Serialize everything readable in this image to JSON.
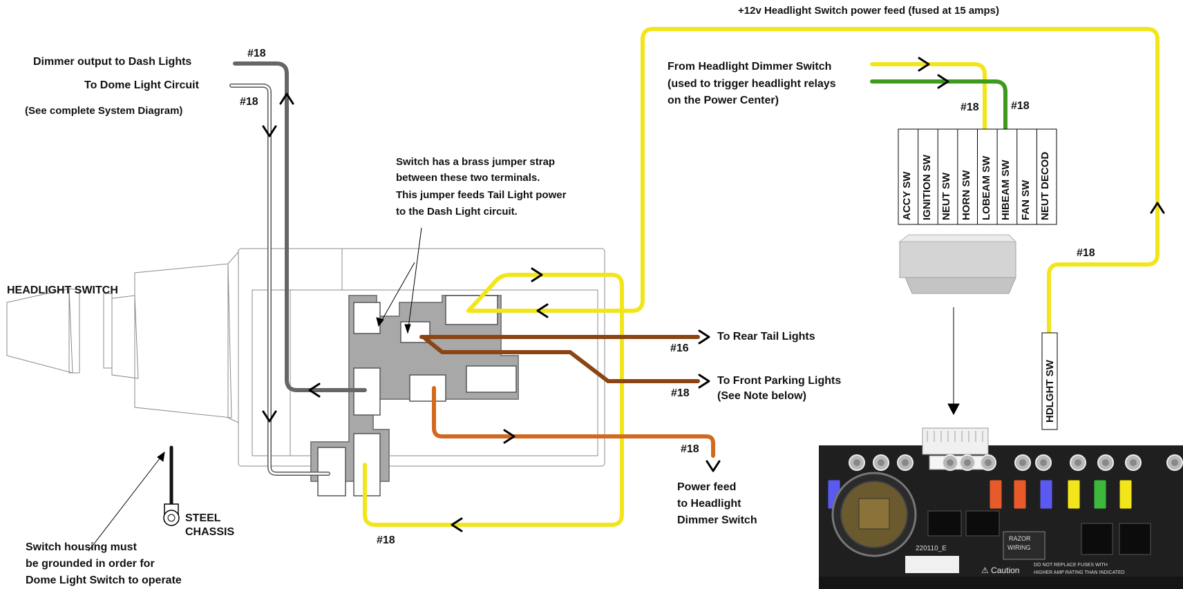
{
  "labels": {
    "feed_top": "+12v Headlight Switch power feed (fused at 15 amps)",
    "dimmer_output": "Dimmer output to Dash Lights",
    "dome_circuit": "To Dome Light Circuit",
    "see_system": "(See complete System Diagram)",
    "headlight_switch": "HEADLIGHT SWITCH",
    "jumper_note_1": "Switch has a brass jumper strap",
    "jumper_note_2": "between these two terminals.",
    "jumper_note_3": "This jumper feeds Tail Light power",
    "jumper_note_4": "to the Dash Light circuit.",
    "from_dimmer_1": "From Headlight Dimmer Switch",
    "from_dimmer_2": "(used to trigger headlight relays",
    "from_dimmer_3": "on the Power Center)",
    "rear_tail": "To Rear Tail Lights",
    "front_parking": "To Front Parking Lights",
    "see_note": "(See Note below)",
    "power_feed_1": "Power feed",
    "power_feed_2": "to Headlight",
    "power_feed_3": "Dimmer Switch",
    "steel_1": "STEEL",
    "steel_2": "CHASSIS",
    "ground_1": "Switch housing must",
    "ground_2": "be grounded in order for",
    "ground_3": "Dome Light Switch to operate",
    "hdlght_sw": "HDLGHT SW"
  },
  "gauges": {
    "g_dimmer": "#18",
    "g_dome": "#18",
    "g_from_yellow": "#18",
    "g_from_green": "#18",
    "g_feed_right": "#18",
    "g_rear": "#16",
    "g_front": "#18",
    "g_power": "#18",
    "g_bottom": "#18"
  },
  "connector_pins": [
    "ACCY SW",
    "IGNITION SW",
    "NEUT SW",
    "HORN SW",
    "LOBEAM SW",
    "HIBEAM SW",
    "FAN SW",
    "NEUT DECOD"
  ],
  "pcb": {
    "board_id": "220110_E",
    "caution": "⚠ Caution",
    "caution_fine_1": "DO NOT REPLACE FUSES WITH",
    "caution_fine_2": "HIGHER AMP RATING THAN INDICATED",
    "logo_1": "RAZOR",
    "logo_2": "WIRING"
  },
  "colors": {
    "yellow_wire": "#f2e51a",
    "green_wire": "#3c9a1e",
    "brown_wire": "#8b4513",
    "orange_wire": "#d2691e",
    "gray_wire": "#666666",
    "switch_body": "#a8a8a8",
    "pcb_board": "#1f1f1f"
  }
}
